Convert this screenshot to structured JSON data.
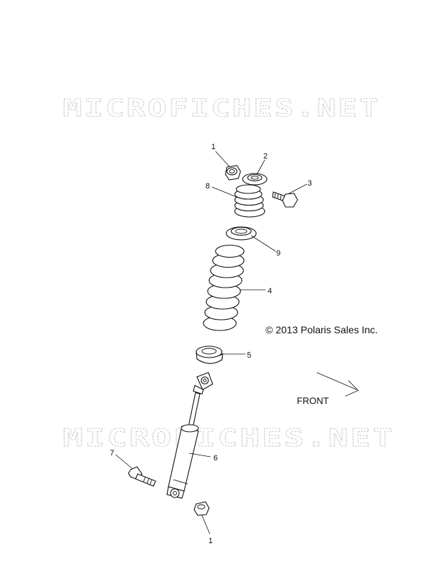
{
  "watermark": "MICROFICHES.NET",
  "copyright": "© 2013 Polaris Sales Inc.",
  "front_label": "FRONT",
  "callouts": [
    "1",
    "2",
    "3",
    "8",
    "9",
    "4",
    "5",
    "6",
    "7",
    "1"
  ],
  "parts": {
    "nut": "nut-icon",
    "retainer": "retainer-icon",
    "bolt": "bolt-icon",
    "tender_spring": "tender-spring-icon",
    "spring_seat": "spring-seat-icon",
    "main_spring": "main-spring-icon",
    "lower_seat": "lower-seat-icon",
    "shock_absorber": "shock-absorber-icon"
  }
}
